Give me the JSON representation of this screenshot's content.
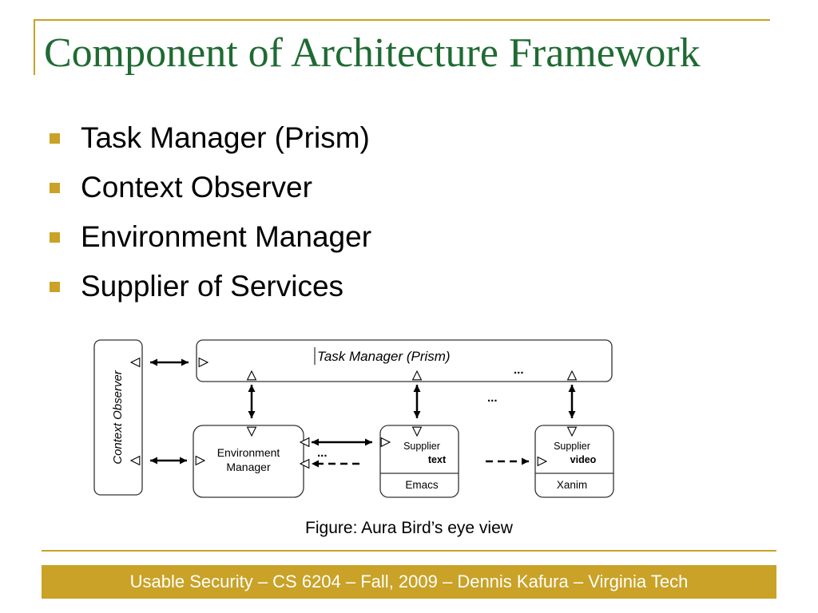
{
  "slide": {
    "title": "Component of Architecture Framework",
    "bullets": [
      "Task Manager (Prism)",
      "Context Observer",
      "Environment Manager",
      "Supplier of Services"
    ],
    "caption": "Figure: Aura Bird’s eye view",
    "footer": "Usable Security – CS 6204 – Fall, 2009 – Dennis Kafura – Virginia Tech"
  },
  "diagram": {
    "task_manager": "Task Manager (Prism)",
    "context_observer": "Context Observer",
    "environment_manager": [
      "Environment",
      "Manager"
    ],
    "supplier_text": {
      "label": "Supplier",
      "kind": "text",
      "app": "Emacs"
    },
    "supplier_video": {
      "label": "Supplier",
      "kind": "video",
      "app": "Xanim"
    },
    "ellipsis": "..."
  },
  "colors": {
    "accent": "#c9a227",
    "title": "#1f6b33",
    "footer_text": "#ffffff"
  }
}
